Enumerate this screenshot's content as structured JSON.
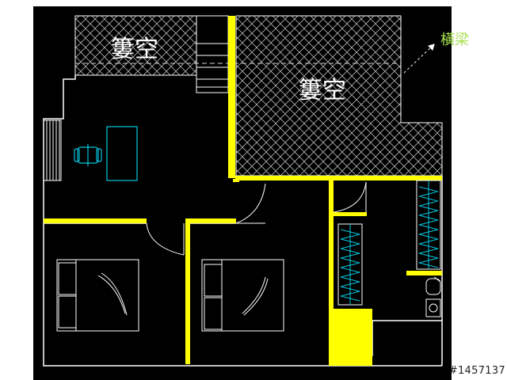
{
  "plan": {
    "labels": {
      "void_left": "簍空",
      "void_right": "簍空",
      "beam": "橫梁"
    },
    "colors": {
      "background": "#000000",
      "wall": "#ffffff",
      "highlight": "#ffff00",
      "hatch": "#b4b4b4",
      "furniture": "#ffffff",
      "fixture": "#00c8e0",
      "beam_label": "#a8e050"
    }
  },
  "watermark": "#1457137"
}
